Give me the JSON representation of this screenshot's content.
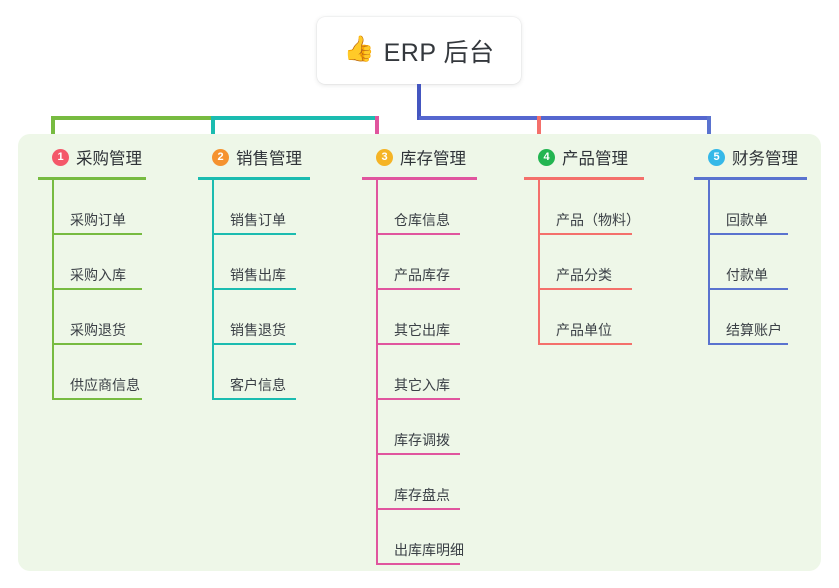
{
  "root": {
    "icon": "thumbs-up-icon",
    "emoji": "👍",
    "title": "ERP 后台"
  },
  "colors": {
    "panel_background": "#eef7e8",
    "page_background": "#ffffff",
    "trunk": "#4456c0",
    "rail_right": "#5567cf",
    "text": "#3b4046"
  },
  "branches": [
    {
      "number": "1",
      "title": "采购管理",
      "badge_color": "#f4586a",
      "line_color": "#77bb41",
      "items": [
        "采购订单",
        "采购入库",
        "采购退货",
        "供应商信息"
      ]
    },
    {
      "number": "2",
      "title": "销售管理",
      "badge_color": "#f5922f",
      "line_color": "#1bbcb0",
      "items": [
        "销售订单",
        "销售出库",
        "销售退货",
        "客户信息"
      ]
    },
    {
      "number": "3",
      "title": "库存管理",
      "badge_color": "#f5b425",
      "line_color": "#e0559e",
      "items": [
        "仓库信息",
        "产品库存",
        "其它出库",
        "其它入库",
        "库存调拨",
        "库存盘点",
        "出库库明细"
      ]
    },
    {
      "number": "4",
      "title": "产品管理",
      "badge_color": "#23b551",
      "line_color": "#f4706b",
      "items": [
        "产品（物料）",
        "产品分类",
        "产品单位"
      ]
    },
    {
      "number": "5",
      "title": "财务管理",
      "badge_color": "#35b8e8",
      "line_color": "#5a73cf",
      "items": [
        "回款单",
        "付款单",
        "结算账户"
      ]
    }
  ]
}
